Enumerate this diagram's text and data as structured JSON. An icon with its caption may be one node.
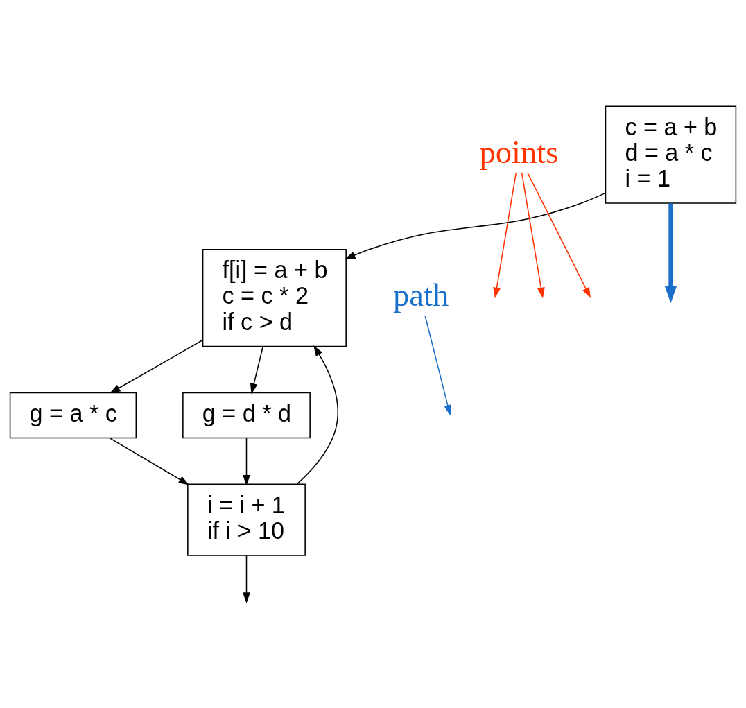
{
  "diagram": {
    "nodes": [
      {
        "text": [
          "c = a + b",
          "d = a * c",
          "i = 1"
        ]
      },
      {
        "text": [
          "f[i] = a + b",
          "c = c * 2",
          "if c > d"
        ]
      },
      {
        "text": [
          "g = a * c"
        ]
      },
      {
        "text": [
          "g = d * d"
        ]
      },
      {
        "text": [
          "i = i + 1",
          "if i > 10"
        ]
      },
      {
        "text": [
          "points"
        ]
      },
      {
        "text": [
          "path"
        ]
      }
    ],
    "edges": [
      {
        "from": 0,
        "to": 1,
        "arrow": "to"
      },
      {
        "from": 1,
        "to": 2,
        "arrow": "to"
      },
      {
        "from": 1,
        "to": 3,
        "arrow": "to"
      },
      {
        "from": 2,
        "to": 4,
        "arrow": "to"
      },
      {
        "from": 3,
        "to": 4,
        "arrow": "to"
      },
      {
        "from": 4,
        "to": 1,
        "arrow": "to"
      },
      {
        "from": 4,
        "to": null,
        "arrow": "to"
      },
      {
        "from": 5,
        "to": null,
        "arrow": "to",
        "color": "#ff3300"
      },
      {
        "from": 5,
        "to": null,
        "arrow": "to",
        "color": "#ff3300"
      },
      {
        "from": 5,
        "to": null,
        "arrow": "to",
        "color": "#ff3300"
      },
      {
        "from": 0,
        "to": null,
        "arrow": "to",
        "style": "thick",
        "color": "#1a6fc9"
      },
      {
        "from": 6,
        "to": null,
        "arrow": "to",
        "color": "#1a6fc9"
      }
    ]
  }
}
